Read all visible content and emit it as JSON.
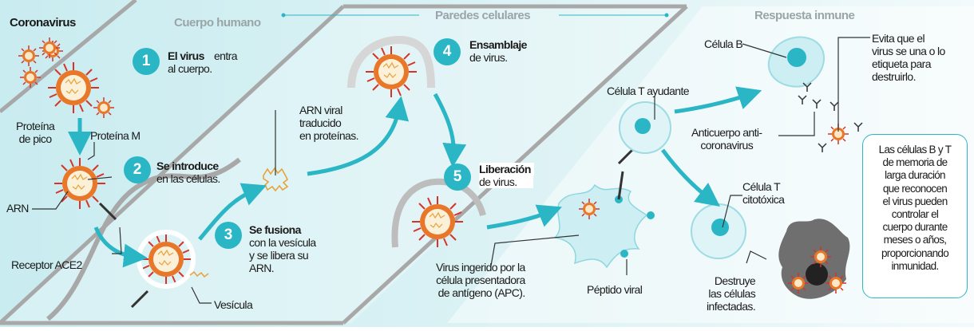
{
  "headers": {
    "coronavirus": "Coronavirus",
    "cuerpo_humano": "Cuerpo humano",
    "paredes_celulares": "Paredes celulares",
    "respuesta_inmune": "Respuesta inmune"
  },
  "steps": [
    {
      "number": "1",
      "title": "El virus",
      "text": "entra\nal cuerpo."
    },
    {
      "number": "2",
      "title": "Se introduce",
      "text": "en las células."
    },
    {
      "number": "3",
      "title": "Se fusiona",
      "text": "con la vesícula\ny se libera su\nARN."
    },
    {
      "number": "4",
      "title": "Ensamblaje",
      "text": "de virus."
    },
    {
      "number": "5",
      "title": "Liberación",
      "text": "de virus."
    }
  ],
  "labels": {
    "proteina_pico": "Proteína\nde pico",
    "proteina_m": "Proteína M",
    "arn": "ARN",
    "receptor": "Receptor ACE2",
    "vesicula": "Vesícula",
    "arn_viral": "ARN viral\ntraducido\nen proteínas.",
    "virus_ingerido": "Virus ingerido por la\ncélula presentadora\nde antígeno (APC).",
    "peptido": "Péptido viral",
    "celula_b": "Célula B",
    "celula_t_ayudante": "Célula T ayudante",
    "anticuerpo": "Anticuerpo anti-\ncoronavirus",
    "evita": "Evita que el\nvirus se una o lo\netiqueta para\ndestruirlo.",
    "celula_t_citotoxica": "Célula T\ncitotóxica",
    "destruye": "Destruye\nlas células\ninfectadas."
  },
  "memory_box": "Las células B y T\nde memoria de\nlarga duración\nque reconocen\nel virus pueden\ncontrolar el\ncuerpo durante\nmeses o años,\nproporcionando\ninmunidad.",
  "colors": {
    "background_left": "#c9ecf0",
    "background_right": "#eaf7f8",
    "accent": "#2bb6c6",
    "virus_orange": "#e8772a",
    "virus_red": "#d4342a",
    "membrane": "#a8a8a8",
    "header_gray": "#9aa5a7"
  }
}
